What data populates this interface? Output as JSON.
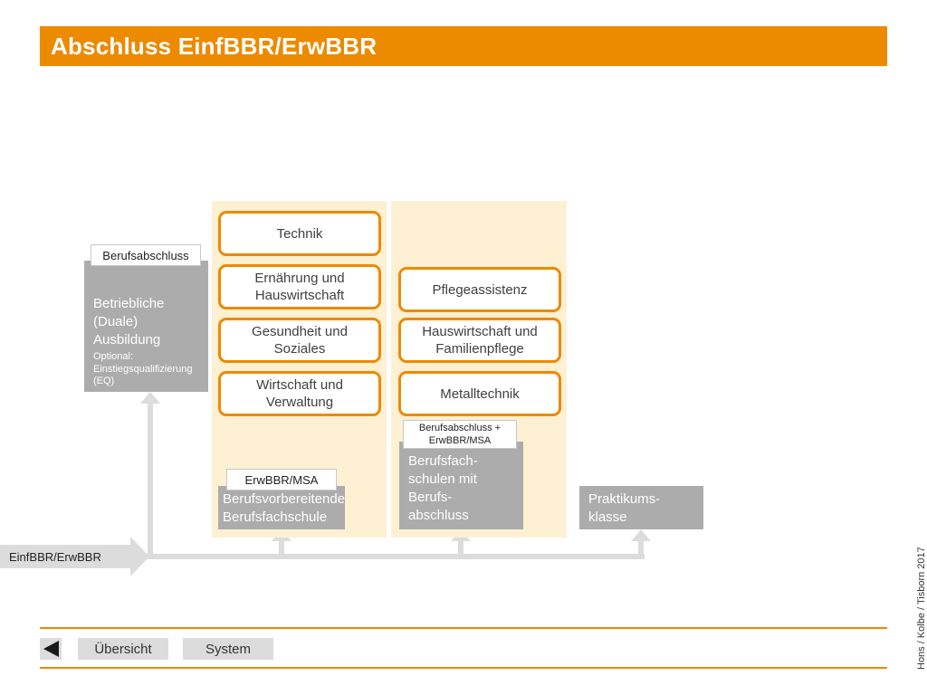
{
  "title": "Abschluss EinfBBR/ErwBBR",
  "left_block": {
    "badge": "Berufsabschluss",
    "title": "Betriebliche (Duale) Ausbildung",
    "note": "Optional: Einstiegsqualifizierung (EQ)"
  },
  "panel1": {
    "items": [
      "Technik",
      "Ernährung und Hauswirtschaft",
      "Gesundheit und Soziales",
      "Wirtschaft und Verwaltung"
    ],
    "badge": "ErwBBR/MSA",
    "block": "Berufsvorbereitende Berufsfachschule"
  },
  "panel2": {
    "items": [
      "Pflegeassistenz",
      "Hauswirtschaft und Familienpflege",
      "Metalltechnik"
    ],
    "badge": "Berufsabschluss + ErwBBR/MSA",
    "block": "Berufsfach-schulen mit Berufs-abschluss"
  },
  "praktikum": "Praktikums-klasse",
  "start_label": "EinfBBR/ErwBBR",
  "nav": {
    "back_icon": "triangle-left-icon",
    "overview": "Übersicht",
    "system": "System"
  },
  "credit": "Hons / Kolbe / Tisborn 2017",
  "colors": {
    "accent": "#ec8a00",
    "panel": "#fdf0d3",
    "grey_block": "#acacac",
    "arrow": "#dcdcdc"
  }
}
